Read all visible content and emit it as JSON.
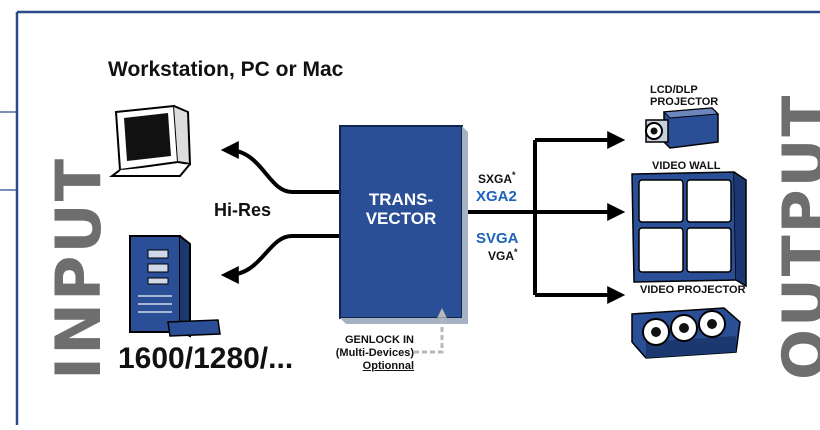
{
  "input_label": "INPUT",
  "output_label": "OUTPUT",
  "workstation_label": "Workstation, PC or Mac",
  "hires_label": "Hi-Res",
  "resolution_label": "1600/1280/...",
  "processor": {
    "line1": "TRANS-",
    "line2": "VECTOR"
  },
  "signals": {
    "sxga": "SXGA",
    "sxga_note": "*",
    "xga2": "XGA2",
    "svga": "SVGA",
    "vga": "VGA",
    "vga_note": "*"
  },
  "genlock": {
    "line1": "GENLOCK IN",
    "line2": "(Multi-Devices)",
    "line3": "Optionnal"
  },
  "outputs": {
    "lcd_line1": "LCD/DLP",
    "lcd_line2": "PROJECTOR",
    "video_wall": "VIDEO WALL",
    "video_projector": "VIDEO PROJECTOR"
  },
  "colors": {
    "frame_blue": "#2a4c8a",
    "box_blue": "#2a4f96",
    "signal_blue": "#1d63b8",
    "side_gray": "#6e6e6e"
  }
}
